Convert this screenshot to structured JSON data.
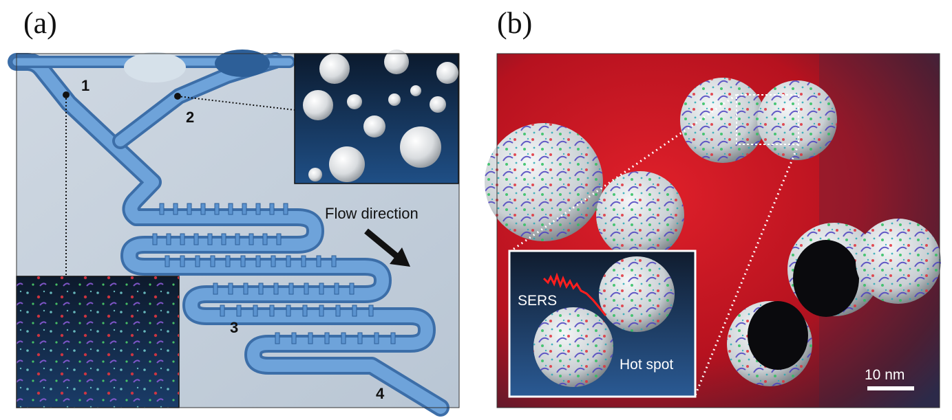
{
  "panel_a": {
    "label": "(a)",
    "points": [
      "1",
      "2",
      "3",
      "4"
    ],
    "flow_label": "Flow direction"
  },
  "panel_b": {
    "label": "(b)",
    "sers_label": "SERS",
    "hotspot_label": "Hot spot",
    "scalebar_label": "10 nm"
  }
}
